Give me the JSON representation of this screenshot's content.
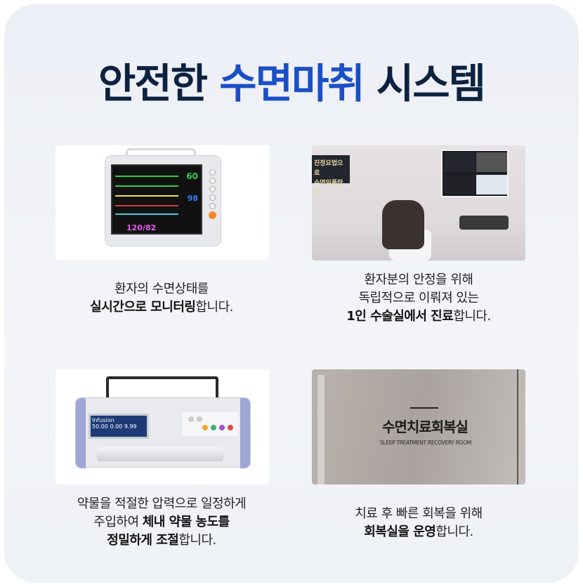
{
  "title": {
    "part1": "안전한 ",
    "highlight": "수면마취",
    "part2": " 시스템"
  },
  "colors": {
    "title": "#0d2240",
    "highlight": "#1a4fc7"
  },
  "items": [
    {
      "image": "patient-monitor",
      "monitor_values": {
        "hr": "60",
        "bp": "120/82",
        "spo2": "98"
      },
      "lines": [
        {
          "plain": "환자의 수면상태를"
        },
        {
          "bold": "실시간으로 모니터링",
          "plain": "합니다."
        }
      ]
    },
    {
      "image": "dental-treatment-room",
      "sign_text": [
        "진정요법으로",
        "수면임플란트"
      ],
      "lines": [
        {
          "plain": "환자분의 안정을 위해"
        },
        {
          "plain": "독립적으로 이뤄져 있는"
        },
        {
          "bold": "1인 수술실에서 진료",
          "plain": "합니다."
        }
      ]
    },
    {
      "image": "syringe-infusion-pump",
      "display_values": [
        "Infusion",
        "50.00",
        "0.00",
        "9.99"
      ],
      "lines": [
        {
          "plain": "약물을 적절한 압력으로 일정하게"
        },
        {
          "plain": "주입하여 ",
          "bold": "체내 약물 농도를"
        },
        {
          "bold": "정밀하게 조절",
          "plain": "합니다."
        }
      ]
    },
    {
      "image": "recovery-room-door",
      "sign_kr": "수면치료회복실",
      "sign_en": "SLEEP TREATMENT RECOVERY ROOM",
      "lines": [
        {
          "plain": "치료 후 빠른 회복을 위해"
        },
        {
          "bold": "회복실을 운영",
          "plain": "합니다."
        }
      ]
    }
  ]
}
